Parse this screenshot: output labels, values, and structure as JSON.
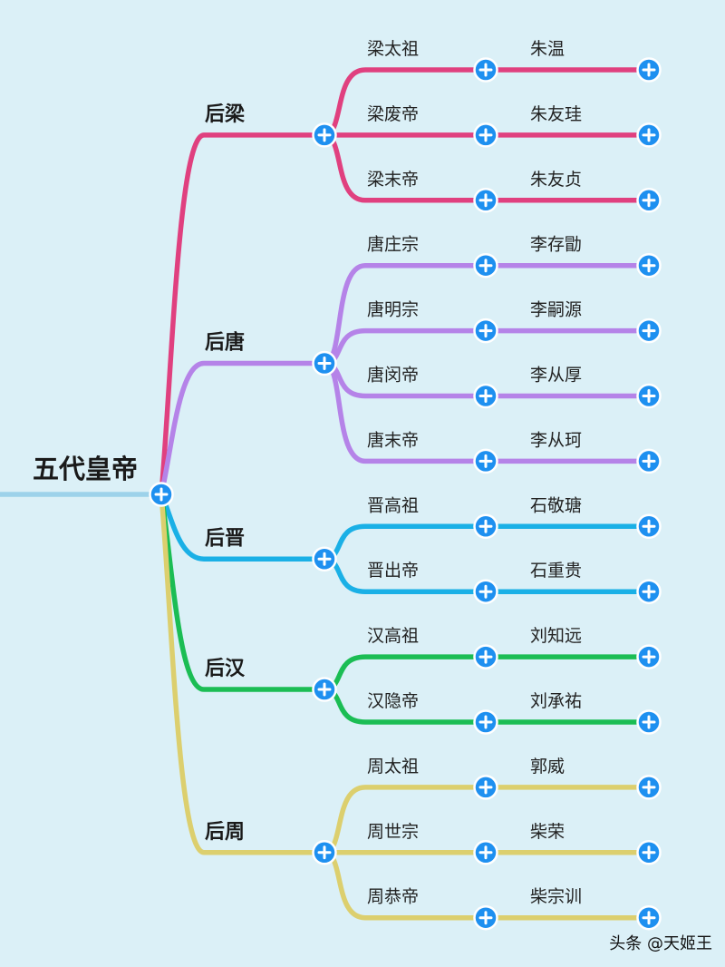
{
  "root": {
    "label": "五代皇帝",
    "color": "#9dd2ea"
  },
  "dynasties": [
    {
      "name": "后梁",
      "color": "#e0407f",
      "emperors": [
        {
          "title": "梁太祖",
          "name": "朱温"
        },
        {
          "title": "梁废帝",
          "name": "朱友珪"
        },
        {
          "title": "梁末帝",
          "name": "朱友贞"
        }
      ]
    },
    {
      "name": "后唐",
      "color": "#b583e8",
      "emperors": [
        {
          "title": "唐庄宗",
          "name": "李存勖"
        },
        {
          "title": "唐明宗",
          "name": "李嗣源"
        },
        {
          "title": "唐闵帝",
          "name": "李从厚"
        },
        {
          "title": "唐末帝",
          "name": "李从珂"
        }
      ]
    },
    {
      "name": "后晋",
      "color": "#1ab0e6",
      "emperors": [
        {
          "title": "晋高祖",
          "name": "石敬瑭"
        },
        {
          "title": "晋出帝",
          "name": "石重贵"
        }
      ]
    },
    {
      "name": "后汉",
      "color": "#1bbd54",
      "emperors": [
        {
          "title": "汉高祖",
          "name": "刘知远"
        },
        {
          "title": "汉隐帝",
          "name": "刘承祐"
        }
      ]
    },
    {
      "name": "后周",
      "color": "#dccf6e",
      "emperors": [
        {
          "title": "周太祖",
          "name": "郭威"
        },
        {
          "title": "周世宗",
          "name": "柴荣"
        },
        {
          "title": "周恭帝",
          "name": "柴宗训"
        }
      ]
    }
  ],
  "node_icon": "plus-icon",
  "node_color": "#1e90f0",
  "watermark": "头条 @天姬王"
}
